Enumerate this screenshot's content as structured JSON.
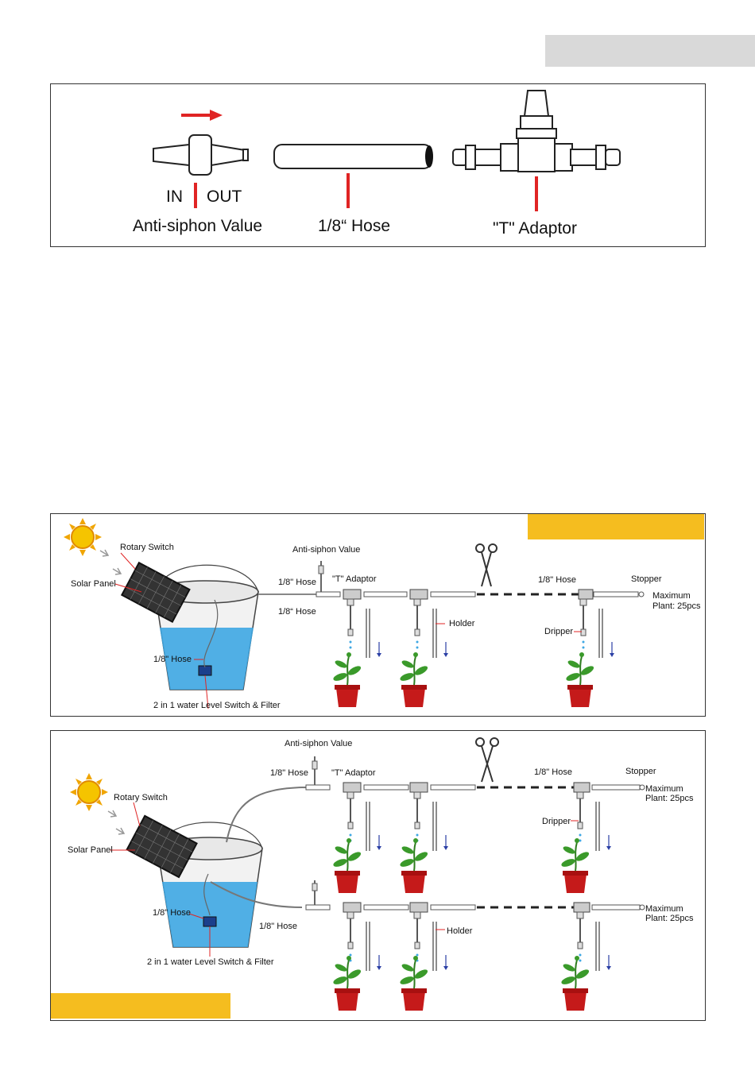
{
  "legend": {
    "in": "IN",
    "out": "OUT",
    "anti_siphon": "Anti-siphon Value",
    "hose": "1/8“ Hose",
    "t_adaptor": "\"T\" Adaptor"
  },
  "diagram1": {
    "rotary_switch": "Rotary Switch",
    "solar_panel": "Solar Panel",
    "anti_siphon": "Anti-siphon Value",
    "hose_a": "1/8\" Hose",
    "hose_b": "1/8“ Hose",
    "hose_c": "1/8\" Hose",
    "hose_d": "1/8\" Hose",
    "t_adaptor": "\"T\" Adaptor",
    "holder": "Holder",
    "dripper": "Dripper",
    "stopper": "Stopper",
    "max_line1": "Maximum",
    "max_line2": "Plant: 25pcs",
    "filter": "2 in 1 water Level Switch & Filter"
  },
  "diagram2": {
    "anti_siphon": "Anti-siphon Value",
    "hose_top": "1/8\" Hose",
    "t_adaptor": "\"T\" Adaptor",
    "hose_mid": "1/8\" Hose",
    "stopper": "Stopper",
    "rotary_switch": "Rotary Switch",
    "max1_line1": "Maximum",
    "max1_line2": "Plant: 25pcs",
    "dripper": "Dripper",
    "solar_panel": "Solar Panel",
    "hose_left": "1/8\" Hose",
    "hose_bottom": "1/8\" Hose",
    "max2_line1": "Maximum",
    "max2_line2": "Plant: 25pcs",
    "holder": "Holder",
    "filter": "2 in 1 water Level Switch & Filter"
  },
  "colors": {
    "accent_red": "#e02424",
    "banner_yellow": "#f5bd1f",
    "water_blue": "#3ea7e3",
    "pot_red": "#c51a1a",
    "leaf_green": "#3a9a2a"
  }
}
